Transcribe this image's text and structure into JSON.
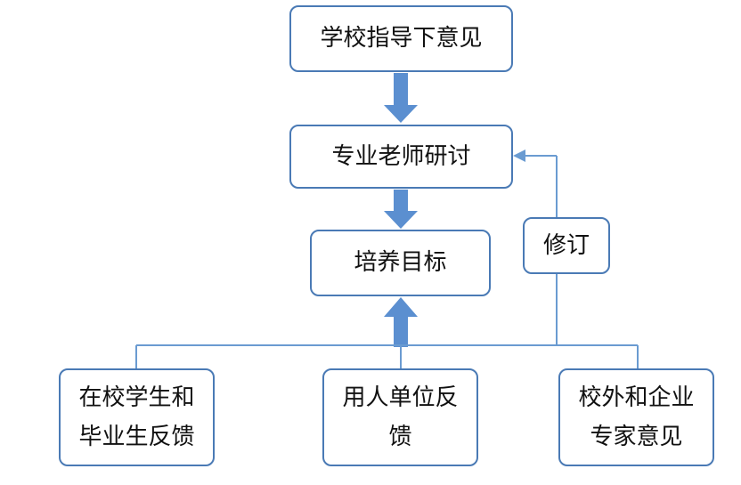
{
  "nodes": {
    "school": "学校指导下意见",
    "teachers": "专业老师研讨",
    "goal": "培养目标",
    "revise": "修订",
    "students": "在校学生和毕业生反馈",
    "employers": "用人单位反馈",
    "experts": "校外和企业专家意见"
  },
  "colors": {
    "border": "#4a7ab5",
    "arrow": "#5b8fd0",
    "line": "#6a9bd1"
  }
}
